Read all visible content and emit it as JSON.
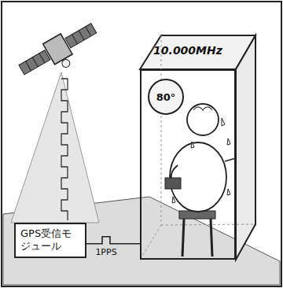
{
  "diagram": {
    "nodes": [
      {
        "text": [
          "GPS受信モジュール"
        ]
      },
      {
        "text": [
          "10.000MHz"
        ]
      },
      {
        "text": [
          "80°"
        ],
        "in": 1
      }
    ],
    "edges": [
      {
        "from": 0,
        "to": 1,
        "label": "1PPS",
        "arrow": "none"
      }
    ]
  }
}
